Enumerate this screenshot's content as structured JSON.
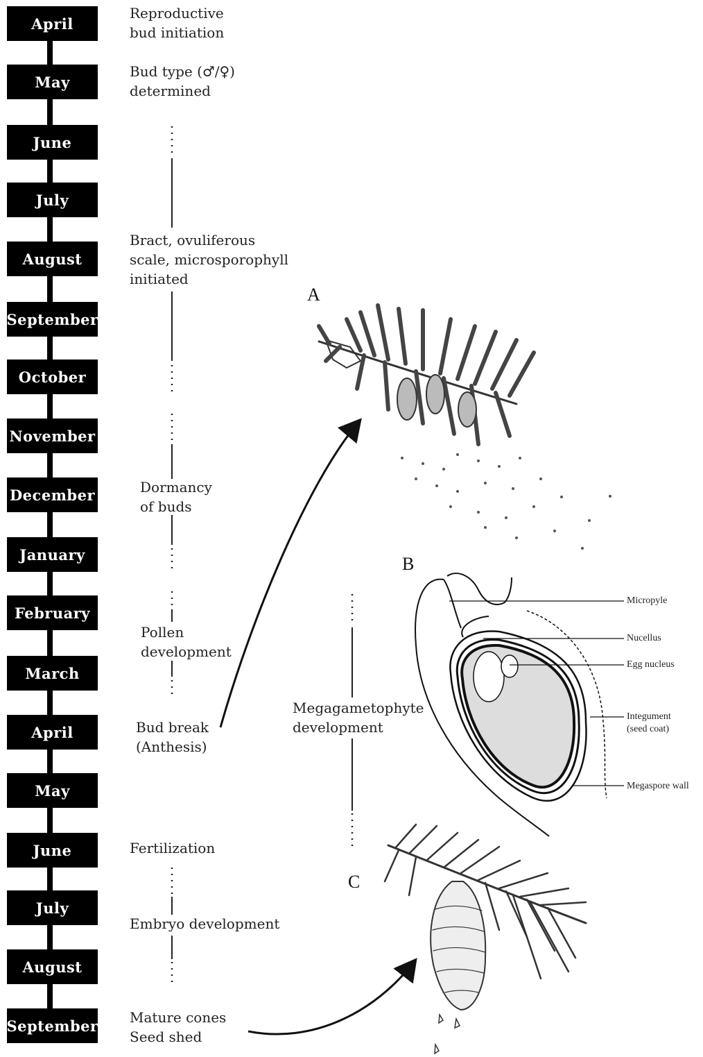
{
  "timeline": {
    "months": [
      "April",
      "May",
      "June",
      "July",
      "August",
      "September",
      "October",
      "November",
      "December",
      "January",
      "February",
      "March",
      "April",
      "May",
      "June",
      "July",
      "August",
      "September"
    ]
  },
  "events": {
    "reproductive_bud": [
      "Reproductive",
      "bud initiation"
    ],
    "bud_type": [
      "Bud type (♂/♀)",
      "determined"
    ],
    "bract": [
      "Bract, ovuliferous",
      "scale, microsporophyll",
      "initiated"
    ],
    "dormancy": [
      "Dormancy",
      "of buds"
    ],
    "pollen": [
      "Pollen",
      "development"
    ],
    "bud_break": [
      "Bud break",
      "(Anthesis)"
    ],
    "megagametophyte": [
      "Megagametophyte",
      "development"
    ],
    "fertilization": "Fertilization",
    "embryo": "Embryo development",
    "mature": [
      "Mature cones",
      "Seed shed"
    ]
  },
  "panels": {
    "a": "A",
    "b": "B",
    "c": "C"
  },
  "ovule_callouts": {
    "micropyle": "Micropyle",
    "nucellus": "Nucellus",
    "egg_nucleus": "Egg nucleus",
    "integument": [
      "Integument",
      "(seed coat)"
    ],
    "megaspore_wall": "Megaspore wall"
  },
  "colors": {
    "bar": "#000000",
    "text": "#222222",
    "label_text": "#ffffff"
  }
}
